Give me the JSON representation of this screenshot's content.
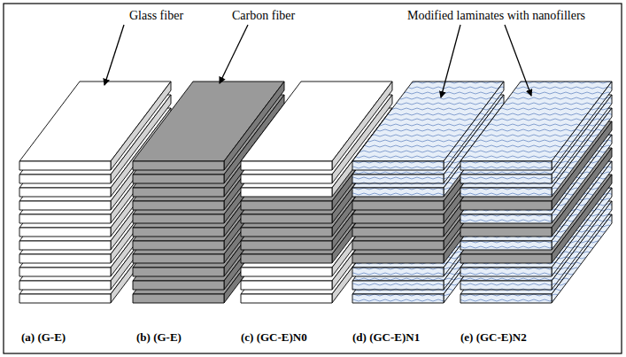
{
  "diagram": {
    "labels": [
      "Glass fiber",
      "Carbon fiber",
      "Modified laminates with nanofillers",
      "(a) (G-E)",
      "(b) (G-E)",
      "(c) (GC-E)N0",
      "(d) (GC-E)N1",
      "(e) (GC-E)N2"
    ]
  }
}
